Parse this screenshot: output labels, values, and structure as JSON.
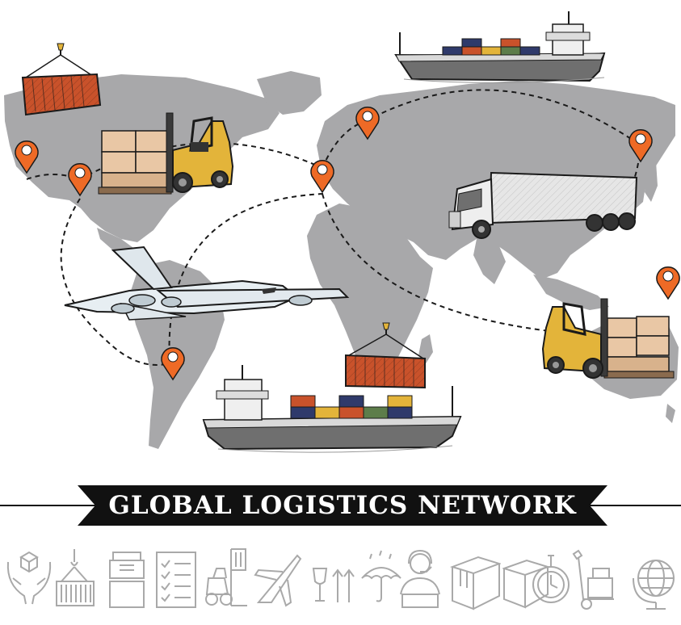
{
  "banner": {
    "title": "GLOBAL LOGISTICS NETWORK"
  },
  "colors": {
    "map": "#a8a8aa",
    "pin": "#ee6a26",
    "container": "#c9522b",
    "banner": "#111111",
    "cargo_box": "#e9c7a5",
    "forklift": "#e3b43a",
    "truck": "#e6e6e6",
    "ship_hull": "#6f6f6f",
    "icon_stroke": "#a9a9a9"
  },
  "illustrations": [
    "hanging-container",
    "forklift-with-boxes",
    "cargo-ship-top",
    "semi-truck",
    "cargo-plane",
    "forklift-with-boxes-right",
    "hanging-container-center",
    "cargo-ship-bottom"
  ],
  "bottom_icons": [
    "hands-box-icon",
    "crane-container-icon",
    "boxes-stack-icon",
    "checklist-icon",
    "forklift-icon",
    "airplane-icon",
    "fragile-arrows-icon",
    "umbrella-rain-icon",
    "operator-headset-icon",
    "pallet-boxes-icon",
    "stopwatch-icon",
    "hand-truck-icon",
    "globe-icon"
  ]
}
